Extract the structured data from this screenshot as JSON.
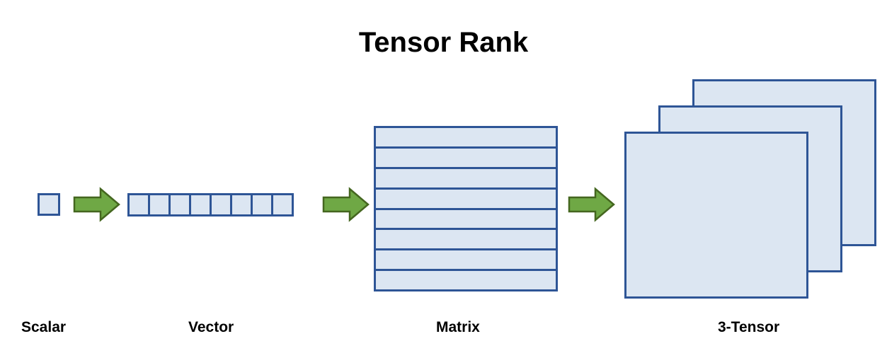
{
  "diagram": {
    "title": "Tensor Rank",
    "background_color": "#ffffff",
    "shape_fill_color": "#dce6f2",
    "shape_border_color": "#2e5596",
    "arrow_fill_color": "#6fa845",
    "arrow_border_color": "#44661f",
    "title_color": "#000000",
    "caption_color": "#000000"
  },
  "stages": [
    {
      "id": "scalar",
      "caption": "Scalar",
      "rank": 0,
      "shape": "single-square",
      "cells": 1
    },
    {
      "id": "vector",
      "caption": "Vector",
      "rank": 1,
      "shape": "row-of-squares",
      "cells": 8,
      "cell_labels": [
        "",
        "",
        "",
        "",
        "",
        "",
        "",
        ""
      ]
    },
    {
      "id": "matrix",
      "caption": "Matrix",
      "rank": 2,
      "shape": "stacked-rows",
      "rows": 8,
      "row_labels": [
        "",
        "",
        "",
        "",
        "",
        "",
        "",
        ""
      ]
    },
    {
      "id": "tensor",
      "caption": "3-Tensor",
      "rank": 3,
      "shape": "stacked-sheets",
      "sheets": 3,
      "sheet_labels": [
        "",
        "",
        ""
      ]
    }
  ],
  "arrows": [
    {
      "id": "arrow-scalar-to-vector",
      "glyph": "right-block-arrow",
      "from": "scalar",
      "to": "vector"
    },
    {
      "id": "arrow-vector-to-matrix",
      "glyph": "right-block-arrow",
      "from": "vector",
      "to": "matrix"
    },
    {
      "id": "arrow-matrix-to-tensor",
      "glyph": "right-block-arrow",
      "from": "matrix",
      "to": "tensor"
    }
  ]
}
